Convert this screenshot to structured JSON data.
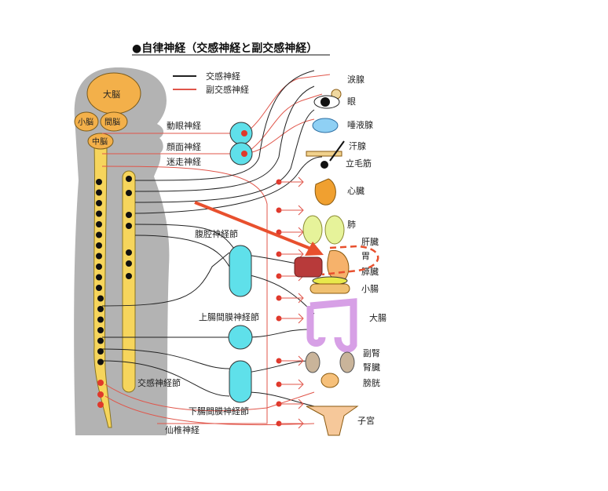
{
  "title": "●自律神経（交感神経と副交感神経）",
  "legend": {
    "sympathetic": "交感神経",
    "parasympathetic": "副交感神経",
    "sympathetic_color": "#222222",
    "parasympathetic_color": "#e0554a"
  },
  "brain": {
    "cerebrum": "大脳",
    "cerebellum": "小脳",
    "diencephalon": "間脳",
    "midbrain": "中脳"
  },
  "nerves": {
    "oculomotor": "動眼神経",
    "facial": "顔面神経",
    "vagus": "迷走神経",
    "sacral": "仙椎神経"
  },
  "ganglia": {
    "celiac": "腹腔神経節",
    "superior_mesenteric": "上腸間膜神経節",
    "inferior_mesenteric": "下腸間膜神経節",
    "sympathetic_trunk": "交感神経節"
  },
  "organs": [
    "涙腺",
    "眼",
    "唾液腺",
    "汗腺",
    "立毛筋",
    "心臓",
    "肺",
    "肝臓",
    "胃",
    "膵臓",
    "小腸",
    "大腸",
    "副腎",
    "腎臓",
    "膀胱",
    "子宮"
  ],
  "colors": {
    "brain": "#f3b04a",
    "spine": "#f6d55c",
    "ganglion": "#5fe0ea",
    "body": "#b3b3b3",
    "arrow": "#e8502e"
  }
}
